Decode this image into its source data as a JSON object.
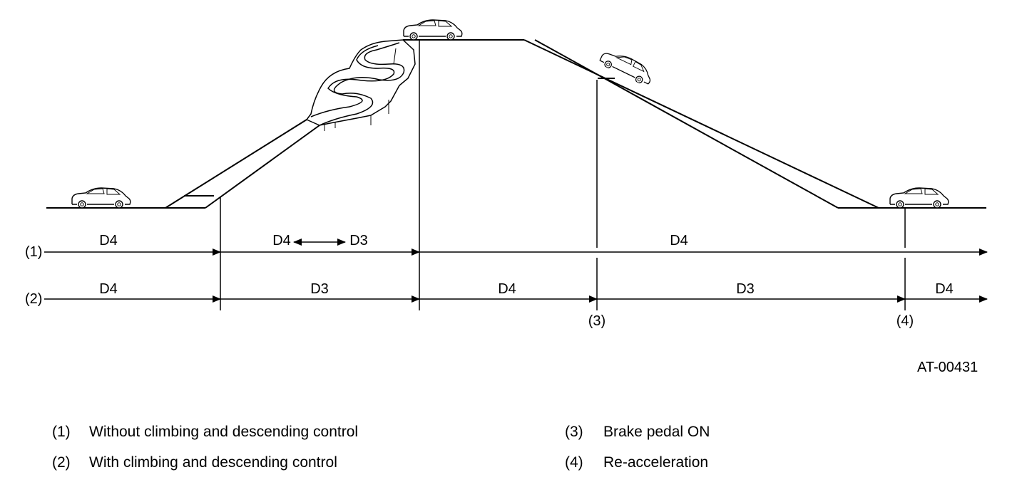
{
  "figure_id": "AT-00431",
  "rows": {
    "row1": {
      "marker": "(1)",
      "segments": [
        "D4",
        "D4",
        "D3",
        "D4"
      ]
    },
    "row2": {
      "marker": "(2)",
      "segments": [
        "D4",
        "D3",
        "D4",
        "D3",
        "D4"
      ]
    }
  },
  "event_markers": {
    "brake": "(3)",
    "reaccel": "(4)"
  },
  "legend": [
    {
      "num": "(1)",
      "text": "Without climbing and descending control"
    },
    {
      "num": "(2)",
      "text": "With climbing and descending control"
    },
    {
      "num": "(3)",
      "text": "Brake pedal ON"
    },
    {
      "num": "(4)",
      "text": "Re-acceleration"
    }
  ]
}
